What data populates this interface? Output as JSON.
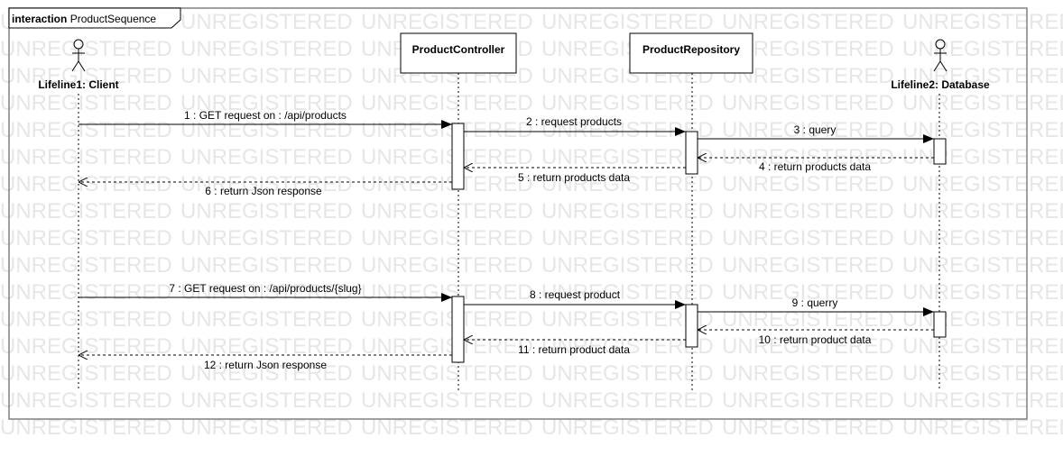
{
  "frame": {
    "keyword": "interaction",
    "name": "ProductSequence"
  },
  "watermark": "UNREGISTERED",
  "lifelines": [
    {
      "id": "client",
      "label": "Lifeline1: Client",
      "kind": "actor"
    },
    {
      "id": "controller",
      "label": "ProductController",
      "kind": "object"
    },
    {
      "id": "repository",
      "label": "ProductRepository",
      "kind": "object"
    },
    {
      "id": "database",
      "label": "Lifeline2: Database",
      "kind": "actor"
    }
  ],
  "messages": [
    {
      "text": "1 : GET request on : /api/products",
      "from": "client",
      "to": "controller",
      "type": "sync"
    },
    {
      "text": "2 : request products",
      "from": "controller",
      "to": "repository",
      "type": "sync"
    },
    {
      "text": "3 : query",
      "from": "repository",
      "to": "database",
      "type": "sync"
    },
    {
      "text": "4 : return products data",
      "from": "database",
      "to": "repository",
      "type": "reply"
    },
    {
      "text": "5 : return products data",
      "from": "repository",
      "to": "controller",
      "type": "reply"
    },
    {
      "text": "6 : return Json response",
      "from": "controller",
      "to": "client",
      "type": "reply"
    },
    {
      "text": "7 : GET request on : /api/products/{slug}",
      "from": "client",
      "to": "controller",
      "type": "sync"
    },
    {
      "text": "8 : request product",
      "from": "controller",
      "to": "repository",
      "type": "sync"
    },
    {
      "text": "9 : querry",
      "from": "repository",
      "to": "database",
      "type": "sync"
    },
    {
      "text": "10 : return product data",
      "from": "database",
      "to": "repository",
      "type": "reply"
    },
    {
      "text": "11 : return product data",
      "from": "repository",
      "to": "controller",
      "type": "reply"
    },
    {
      "text": "12 : return Json response",
      "from": "controller",
      "to": "client",
      "type": "reply"
    }
  ]
}
